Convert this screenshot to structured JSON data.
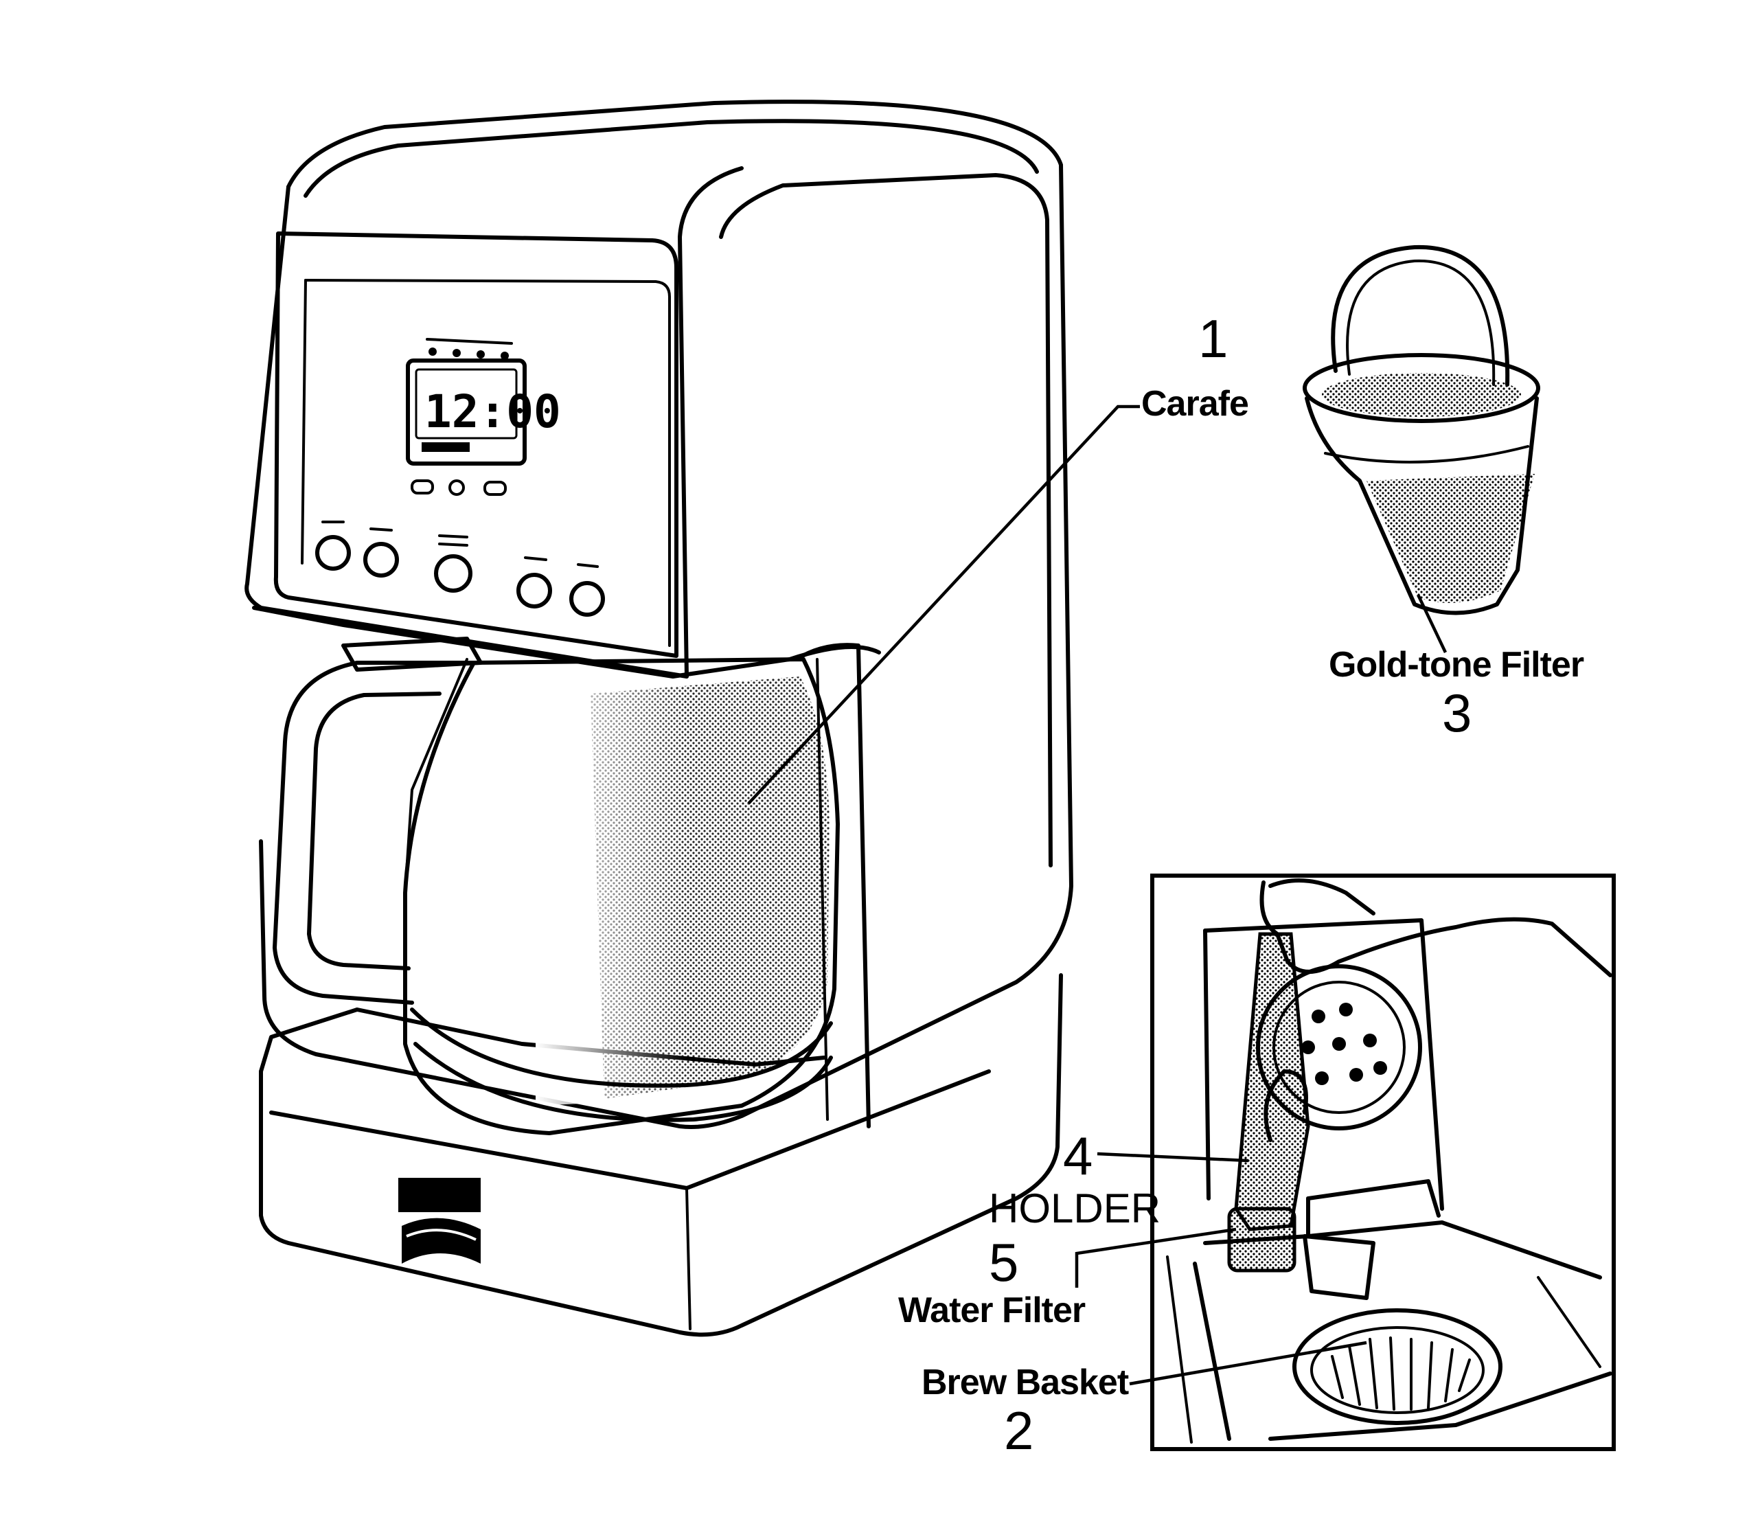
{
  "display": {
    "time": "12:00"
  },
  "callouts": [
    {
      "id": "carafe",
      "number": "1",
      "label": "Carafe"
    },
    {
      "id": "brew-basket",
      "number": "2",
      "label": "Brew Basket"
    },
    {
      "id": "gold-tone-filter",
      "number": "3",
      "label": "Gold-tone Filter"
    },
    {
      "id": "holder",
      "number": "4",
      "label": "HOLDER"
    },
    {
      "id": "water-filter",
      "number": "5",
      "label": "Water Filter"
    }
  ],
  "colors": {
    "ink": "#000000",
    "paper": "#ffffff"
  }
}
